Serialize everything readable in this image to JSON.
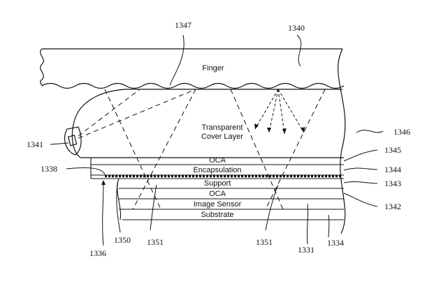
{
  "layers": {
    "finger": "Finger",
    "cover": [
      "Transparent",
      "Cover Layer"
    ],
    "oca_top": "OCA",
    "encapsulation": "Encapsulation",
    "support": "Support",
    "oca_bottom": "OCA",
    "image_sensor": "Image Sensor",
    "substrate": "Substrate"
  },
  "refs": {
    "r1347": "1347",
    "r1340": "1340",
    "r1341": "1341",
    "r1346": "1346",
    "r1345": "1345",
    "r1338": "1338",
    "r1344": "1344",
    "r1343": "1343",
    "r1342": "1342",
    "r1350": "1350",
    "r1351a": "1351",
    "r1351b": "1351",
    "r1331": "1331",
    "r1334": "1334",
    "r1336": "1336"
  }
}
